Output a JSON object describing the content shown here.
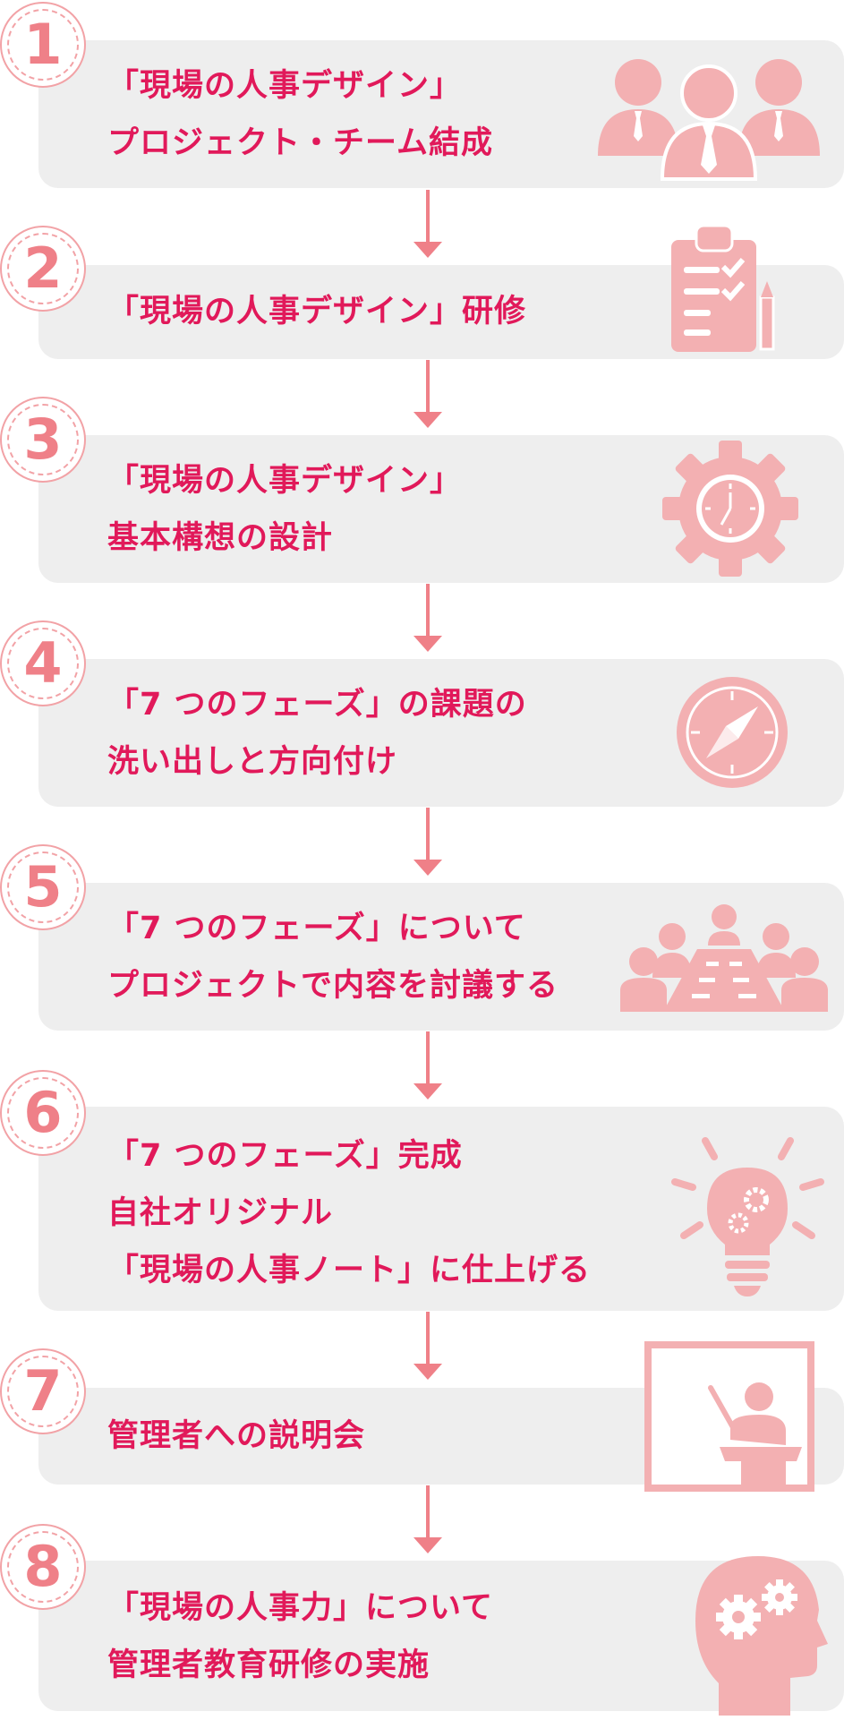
{
  "steps": [
    {
      "number": "1",
      "lines": [
        "「現場の人事デザイン」",
        "プロジェクト・チーム結成"
      ],
      "icon": "team-icon"
    },
    {
      "number": "2",
      "lines": [
        "「現場の人事デザイン」研修"
      ],
      "icon": "clipboard-icon"
    },
    {
      "number": "3",
      "lines": [
        "「現場の人事デザイン」",
        "基本構想の設計"
      ],
      "icon": "gear-clock-icon"
    },
    {
      "number": "4",
      "lines": [
        "「7 つのフェーズ」の課題の",
        "洗い出しと方向付け"
      ],
      "icon": "compass-icon"
    },
    {
      "number": "5",
      "lines": [
        "「7 つのフェーズ」について",
        "プロジェクトで内容を討議する"
      ],
      "icon": "meeting-icon"
    },
    {
      "number": "6",
      "lines": [
        "「7 つのフェーズ」完成",
        "自社オリジナル",
        "「現場の人事ノート」に仕上げる"
      ],
      "icon": "lightbulb-icon"
    },
    {
      "number": "7",
      "lines": [
        "管理者への説明会"
      ],
      "icon": "presentation-icon"
    },
    {
      "number": "8",
      "lines": [
        "「現場の人事力」について",
        "管理者教育研修の実施"
      ],
      "icon": "head-gears-icon"
    }
  ],
  "colors": {
    "accent": "#e1195a",
    "badge": "#ef8088",
    "icon": "#f3b0b2",
    "card": "#eeeeee"
  }
}
